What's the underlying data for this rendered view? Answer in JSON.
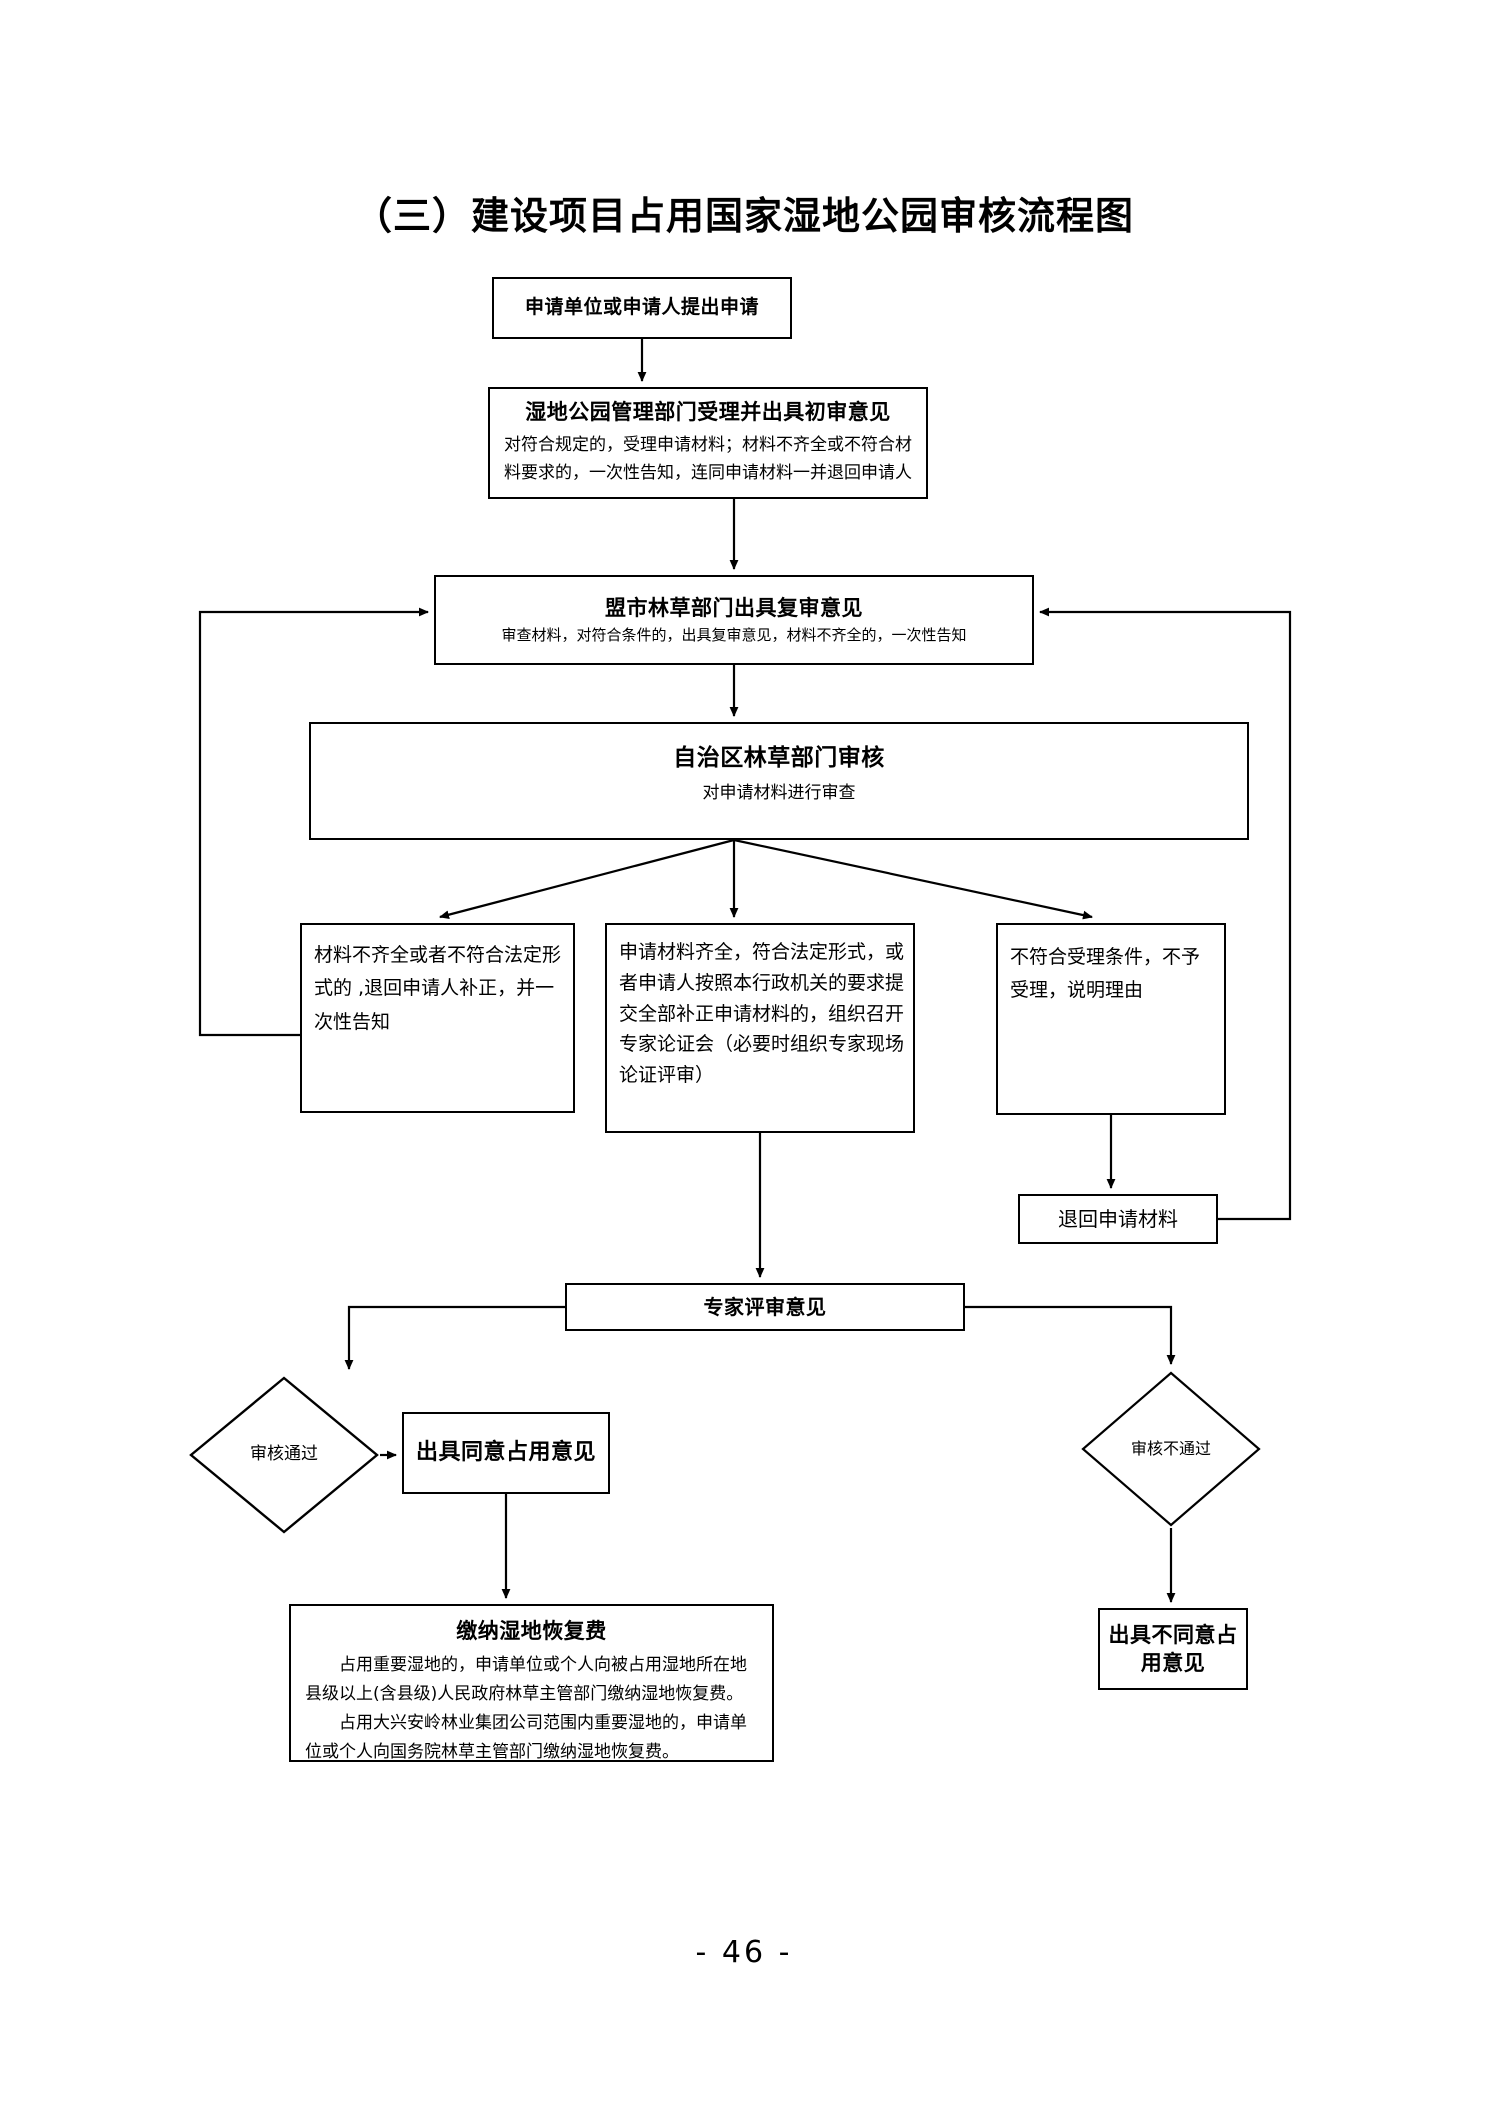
{
  "page": {
    "title": "（三）建设项目占用国家湿地公园审核流程图",
    "page_number": "- 46 -"
  },
  "nodes": {
    "apply": {
      "title": "申请单位或申请人提出申请"
    },
    "wetland_review": {
      "title": "湿地公园管理部门受理并出具初审意见",
      "detail": "对符合规定的，受理申请材料；材料不齐全或不符合材料要求的，一次性告知，连同申请材料一并退回申请人"
    },
    "city_review": {
      "title": "盟市林草部门出具复审意见",
      "detail": "审查材料，对符合条件的，出具复审意见，材料不齐全的，一次性告知"
    },
    "region_review": {
      "title": "自治区林草部门审核",
      "detail": "对申请材料进行审查"
    },
    "branch_incomplete": {
      "detail": "材料不齐全或者不符合法定形式的 ,退回申请人补正，并一次性告知"
    },
    "branch_complete": {
      "detail": "申请材料齐全，符合法定形式，或者申请人按照本行政机关的要求提交全部补正申请材料的，组织召开专家论证会（必要时组织专家现场论证评审）"
    },
    "branch_reject": {
      "detail": "不符合受理条件，不予受理，说明理由"
    },
    "return_materials": {
      "label": "退回申请材料"
    },
    "expert_opinion": {
      "title": "专家评审意见"
    },
    "decision_pass": {
      "label": "审核通过"
    },
    "decision_fail": {
      "label": "审核不通过"
    },
    "issue_agree": {
      "title": "出具同意占用意见"
    },
    "pay_fee": {
      "title": "缴纳湿地恢复费",
      "para1": "占用重要湿地的，申请单位或个人向被占用湿地所在地县级以上(含县级)人民政府林草主管部门缴纳湿地恢复费。",
      "para2": "占用大兴安岭林业集团公司范围内重要湿地的，申请单位或个人向国务院林草主管部门缴纳湿地恢复费。"
    },
    "issue_disagree": {
      "title": "出具不同意占用意见"
    }
  },
  "style": {
    "line_color": "#000000",
    "box_fill": "#ffffff",
    "text_color": "#000000"
  }
}
